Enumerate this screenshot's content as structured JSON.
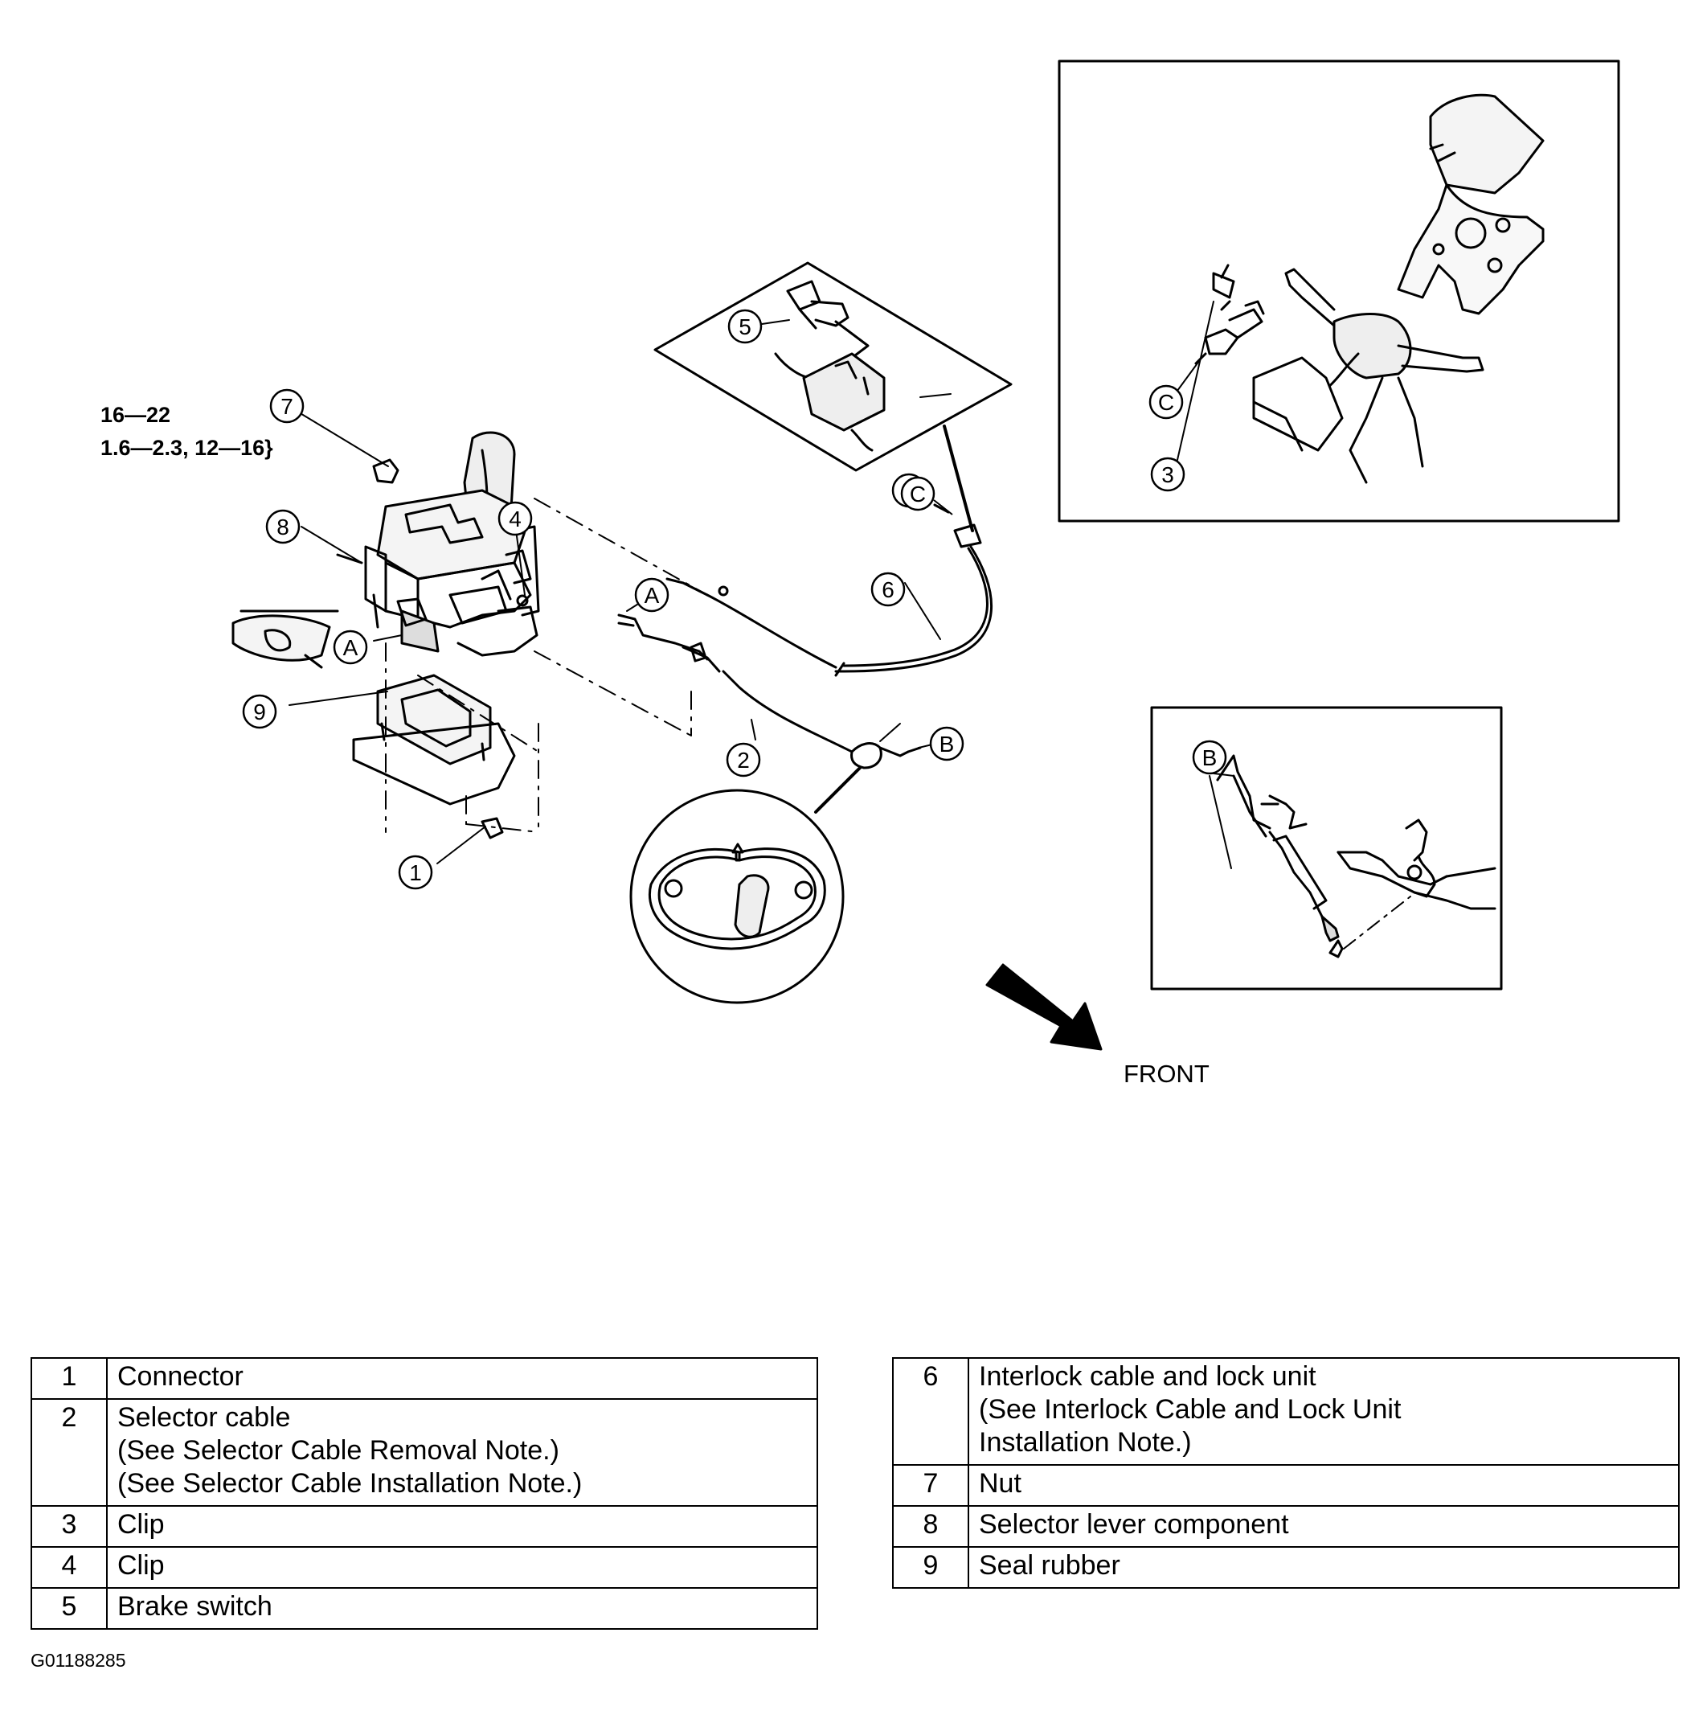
{
  "torque_note": {
    "line1": "16—22",
    "line2": "1.6—2.3, 12—16}"
  },
  "callouts": {
    "n1": "1",
    "n2": "2",
    "n3": "3",
    "n4": "4",
    "n5": "5",
    "n6": "6",
    "n7": "7",
    "n8": "8",
    "n9": "9",
    "a": "A",
    "b": "B",
    "c": "C"
  },
  "direction_label": "FRONT",
  "parts_left": [
    {
      "num": "1",
      "desc": "Connector"
    },
    {
      "num": "2",
      "desc": "Selector cable\n(See Selector Cable Removal Note.)\n(See Selector Cable Installation Note.)"
    },
    {
      "num": "3",
      "desc": "Clip"
    },
    {
      "num": "4",
      "desc": "Clip"
    },
    {
      "num": "5",
      "desc": "Brake switch"
    }
  ],
  "parts_right": [
    {
      "num": "6",
      "desc": "Interlock cable and lock unit\n(See Interlock Cable and Lock Unit\nInstallation Note.)"
    },
    {
      "num": "7",
      "desc": "Nut"
    },
    {
      "num": "8",
      "desc": "Selector lever component"
    },
    {
      "num": "9",
      "desc": "Seal rubber"
    }
  ],
  "figure_id": "G01188285"
}
